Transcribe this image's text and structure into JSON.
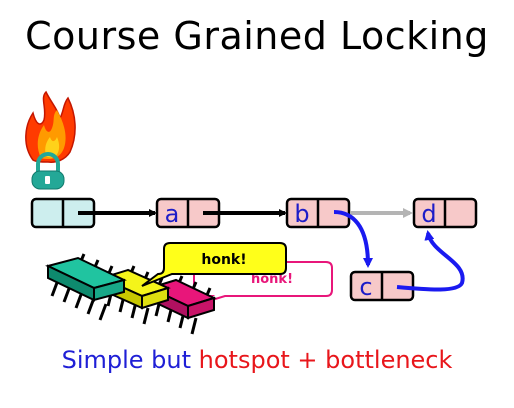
{
  "slide": {
    "title": "Course Grained Locking",
    "caption_plain": "Simple but ",
    "caption_highlight": "hotspot + bottleneck"
  },
  "list": {
    "nodes": [
      {
        "label": ""
      },
      {
        "label": "a"
      },
      {
        "label": "b"
      },
      {
        "label": "d"
      },
      {
        "label": "c"
      }
    ]
  },
  "bubbles": {
    "front": "honk!",
    "back": "honk!"
  },
  "colors": {
    "head_fill": "#cdeeee",
    "node_fill": "#f7c9c9",
    "label_color": "#1d1dc8",
    "new_link": "#1a1af0",
    "old_link": "#b4b4b4",
    "bubble_front": "#ffff1a",
    "bubble_back_border": "#e8167a",
    "thread_1": "#20c4a0",
    "thread_2": "#f4f41a",
    "thread_3": "#e8167a",
    "lock_color": "#23a897",
    "flame": "#ff6a00"
  },
  "icons": [
    "lock-icon",
    "fire-icon",
    "thread-chip-icon"
  ]
}
